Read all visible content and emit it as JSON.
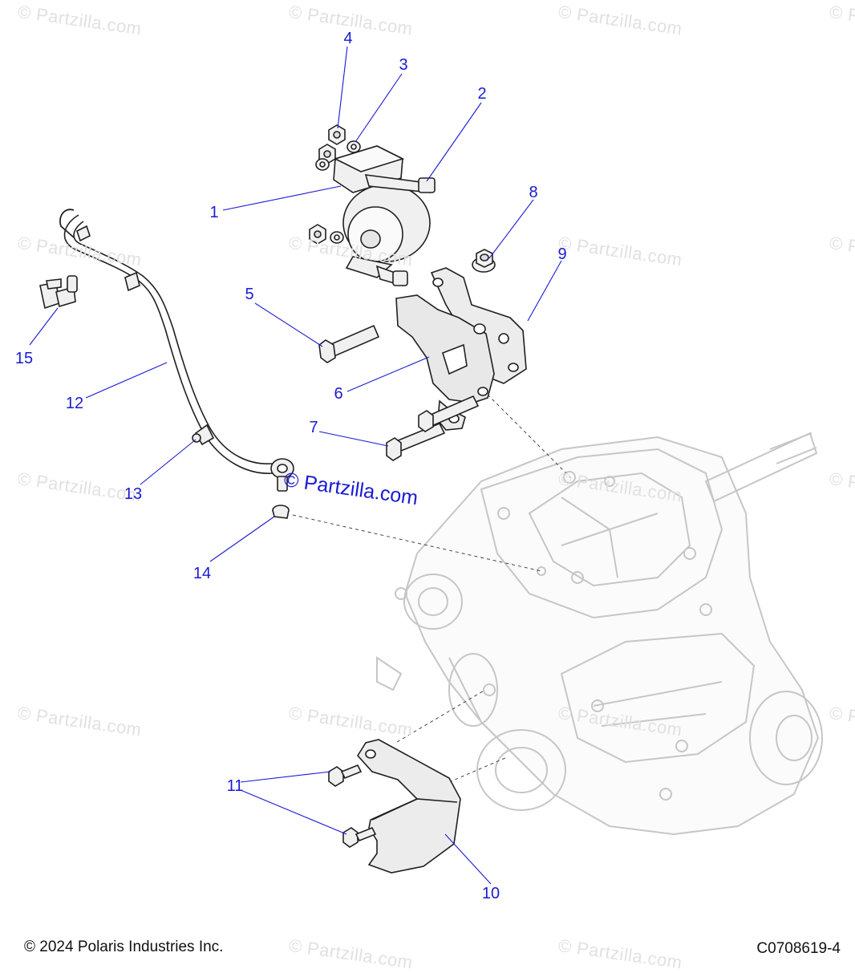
{
  "watermark": "© Partzilla.com",
  "center_watermark": "© Partzilla.com",
  "callouts": [
    "1",
    "2",
    "3",
    "4",
    "5",
    "6",
    "7",
    "8",
    "9",
    "10",
    "11",
    "12",
    "13",
    "14",
    "15"
  ],
  "footer": {
    "copyright": "© 2024 Polaris Industries Inc.",
    "diagram_code": "C0708619-4"
  },
  "colors": {
    "callout": "#1a1ad4",
    "part_fill": "#f0f0f0",
    "part_stroke": "#202020",
    "ghost_stroke": "#c6c6c6",
    "watermark": "#e1e1e1"
  }
}
